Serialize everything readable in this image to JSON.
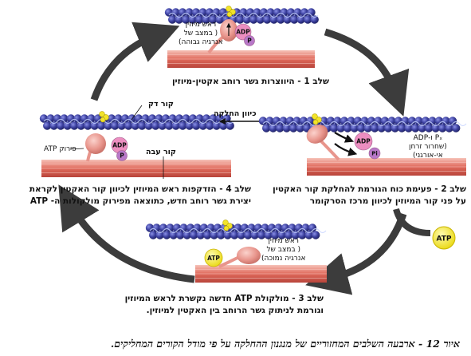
{
  "steps": {
    "s1": {
      "line1": "שלב 1 - היווצרות גשר רוחב אקטין-מיוזין"
    },
    "s2": {
      "line1": "שלב 2 - פעימת כוח הגורמת להחלקת קור האקטין",
      "line2": "על פני קור המיוזין לכיוון מרכז הסרקומר"
    },
    "s3": {
      "line1": "שלב 3 - מולקולת ATP חדשה נקשרת לראש המיוזין",
      "line2": "וגורמת לניתוק גשר הרוחב בין האקטין למיוזין."
    },
    "s4": {
      "line1": "שלב 4 - הזדקפות ראש המיוזין לכיוון קור האקטין לקראת",
      "line2": "יצירת גשר רוחב חדש, כתוצאה מפירוק מולקולות ה- ATP"
    }
  },
  "labels": {
    "head1": {
      "l1": "ראש מיוזין",
      "l2": "( במצב של",
      "l3": "אנרגיה גבוהה)"
    },
    "head3": {
      "l1": "ראש מיוזין",
      "l2": "( במצב של",
      "l3": "אנרגיה נמוכה)"
    },
    "release": {
      "l1": "Pₓ ו-ADP",
      "l2": "(שחרור זרחן",
      "l3": "אי-אורגני)"
    },
    "slide_direction": "כיוון החלקה",
    "thin_filament": "קור דק",
    "thick_filament": "קור עבה",
    "atp_hydrolysis": "פירוק ATP"
  },
  "molecules": {
    "adp": "ADP",
    "p": "P",
    "pi": "Pi",
    "atp": "ATP"
  },
  "caption": "איור 12 - ארבעה השלבים המחזוריים של מנגנון ההחלקה על פי מודל הקורים המחליקים.",
  "colors": {
    "actin_bead": "#3b3f9e",
    "actin_dark": "#1e2160",
    "tropomyosin_yellow": "#f2e32a",
    "myosin_filament": "#e57d72",
    "myosin_head": "#e8958c",
    "adp_bubble": "#ec8ec0",
    "p_bubble": "#b878c8",
    "atp_yellow": "#f5e82a",
    "cycle_arrow": "#3c3c3c"
  }
}
